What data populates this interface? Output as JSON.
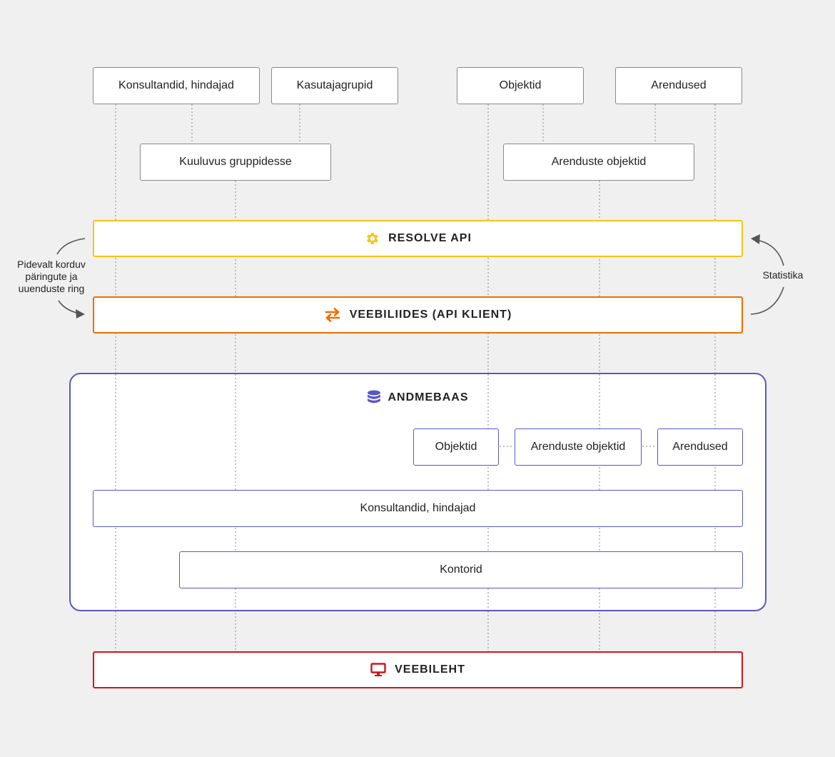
{
  "top_entities": {
    "consultants": "Konsultandid, hindajad",
    "usergroups": "Kasutajagrupid",
    "objects": "Objektid",
    "developments": "Arendused"
  },
  "junctions": {
    "group_membership": "Kuuluvus gruppidesse",
    "development_objects": "Arenduste objektid"
  },
  "resolve_api": {
    "label": "RESOLVE API",
    "icon": "gear-icon",
    "color": "#f5c518"
  },
  "web_interface": {
    "label": "VEEBILIIDES (API KLIENT)",
    "icon": "swap-arrows-icon",
    "color": "#ef6c00"
  },
  "left_loop": {
    "line1": "Pidevalt korduv",
    "line2": "päringute ja",
    "line3": "uuenduste ring"
  },
  "right_loop": {
    "label": "Statistika"
  },
  "database": {
    "title": "ANDMEBAAS",
    "icon": "database-icon",
    "color": "#5a58c4",
    "objects": "Objektid",
    "development_objects": "Arenduste objektid",
    "developments": "Arendused",
    "consultants": "Konsultandid, hindajad",
    "offices": "Kontorid"
  },
  "website": {
    "label": "VEEBILEHT",
    "icon": "monitor-icon",
    "color": "#d0141c"
  }
}
